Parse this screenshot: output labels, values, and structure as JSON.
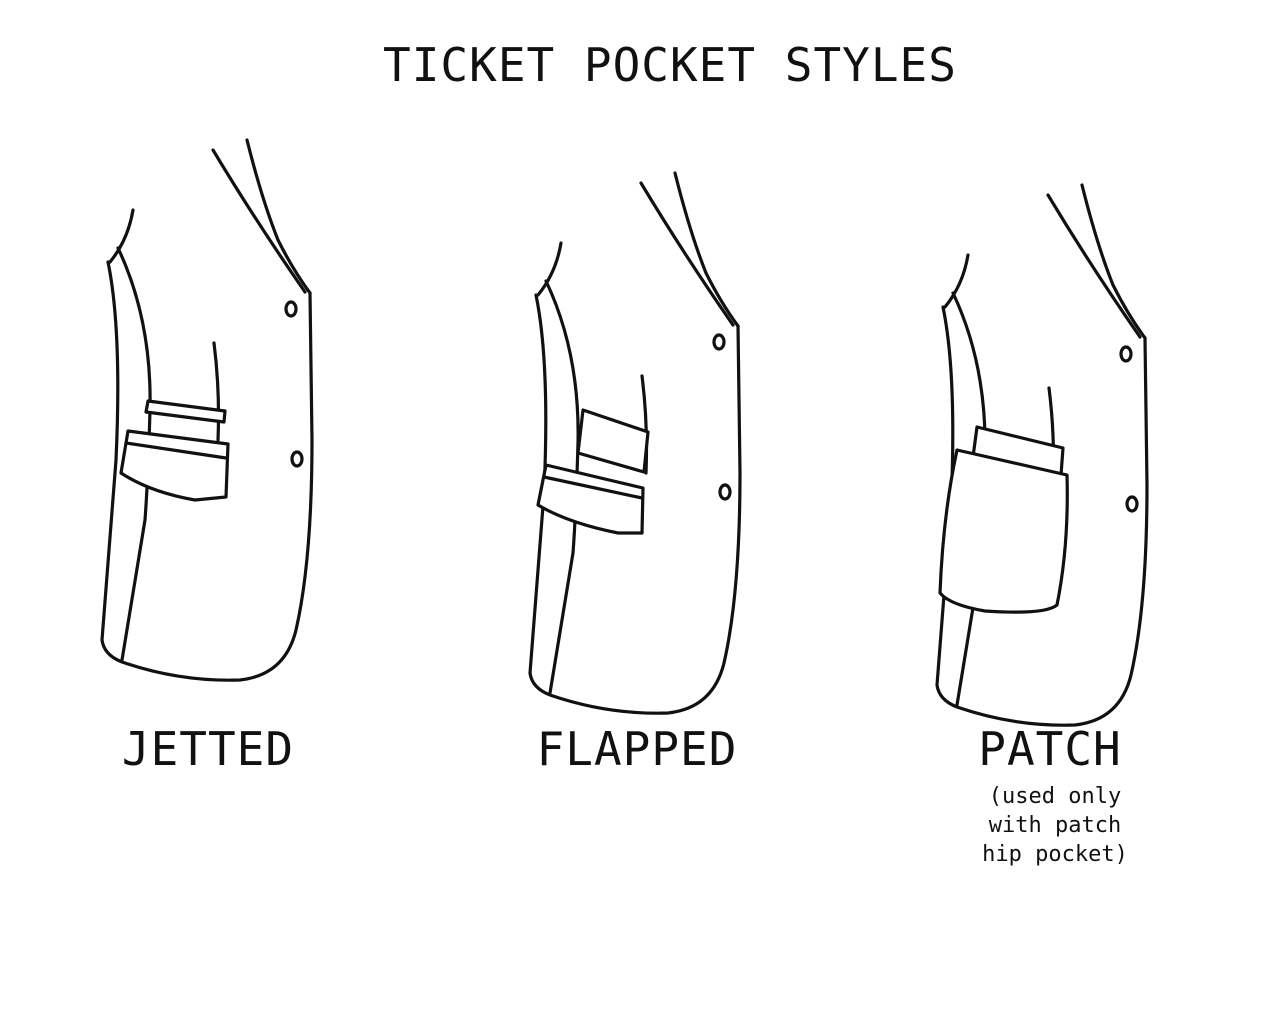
{
  "title": "TICKET POCKET STYLES",
  "styles": [
    {
      "label": "JETTED"
    },
    {
      "label": "FLAPPED"
    },
    {
      "label": "PATCH",
      "note_lines": [
        "(used only",
        "with patch",
        "hip pocket)"
      ]
    }
  ]
}
